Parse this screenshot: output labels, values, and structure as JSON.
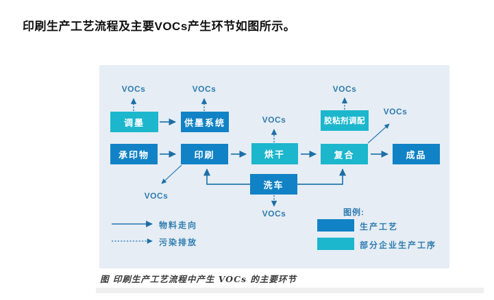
{
  "page": {
    "title": "印刷生产工艺流程及主要VOCs产生环节如图所示。",
    "caption": "图  印刷生产工艺流程中产生 VOCs 的主要环节"
  },
  "colors": {
    "panel_background": "#e6edf4",
    "process_box": "#1182c5",
    "partial_box": "#1cb6cd",
    "arrow": "#2477ae",
    "label_text": "#2e7cb0"
  },
  "diagram": {
    "vocs_label": "VOCs",
    "nodes": [
      {
        "id": "tiaomo",
        "label": "调墨",
        "type": "partial"
      },
      {
        "id": "gongmo",
        "label": "供墨系统",
        "type": "process"
      },
      {
        "id": "jiaonianji",
        "label": "胶粘剂调配",
        "type": "partial"
      },
      {
        "id": "chengyinwu",
        "label": "承印物",
        "type": "process"
      },
      {
        "id": "yinshua",
        "label": "印刷",
        "type": "process"
      },
      {
        "id": "honggan",
        "label": "烘干",
        "type": "partial"
      },
      {
        "id": "fuhe",
        "label": "复合",
        "type": "partial"
      },
      {
        "id": "chengpin",
        "label": "成品",
        "type": "process"
      },
      {
        "id": "xiche",
        "label": "洗车",
        "type": "process"
      }
    ],
    "legend": {
      "title": "图例:",
      "material_flow": "物料走向",
      "pollution_emission": "污染排放",
      "process": "生产工艺",
      "partial": "部分企业生产工序"
    }
  }
}
